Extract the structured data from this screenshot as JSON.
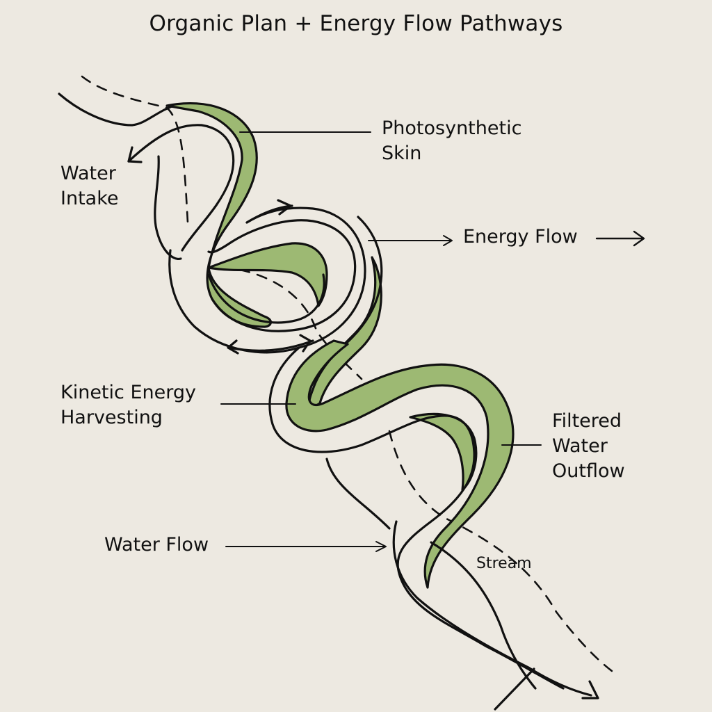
{
  "title": "Organic Plan + Energy Flow Pathways",
  "colors": {
    "background": "#ede9e1",
    "skin_green": "#9db973",
    "ink": "#111111"
  },
  "labels": {
    "water_intake": "Water\nIntake",
    "photosynthetic_skin": "Photosynthetic\nSkin",
    "energy_flow": "Energy Flow",
    "kinetic_energy": "Kinetic Energy\nHarvesting",
    "filtered_water": "Filtered\nWater\nOutflow",
    "water_flow": "Water Flow",
    "stream": "Stream"
  }
}
